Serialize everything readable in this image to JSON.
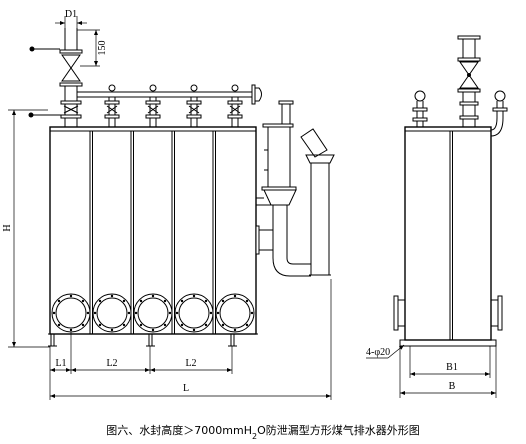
{
  "labels": {
    "d1": "D1",
    "dim_150": "150",
    "h": "H",
    "l1": "L1",
    "l2_a": "L2",
    "l2_b": "L2",
    "l": "L",
    "holes": "4-φ20",
    "b1": "B1",
    "b": "B"
  },
  "caption": {
    "part1": "图六、水封高度＞7000mmH",
    "sub": "2",
    "part2": "O防泄漏型方形煤气排水器外形图"
  },
  "colors": {
    "line": "#000000",
    "background": "#ffffff"
  }
}
